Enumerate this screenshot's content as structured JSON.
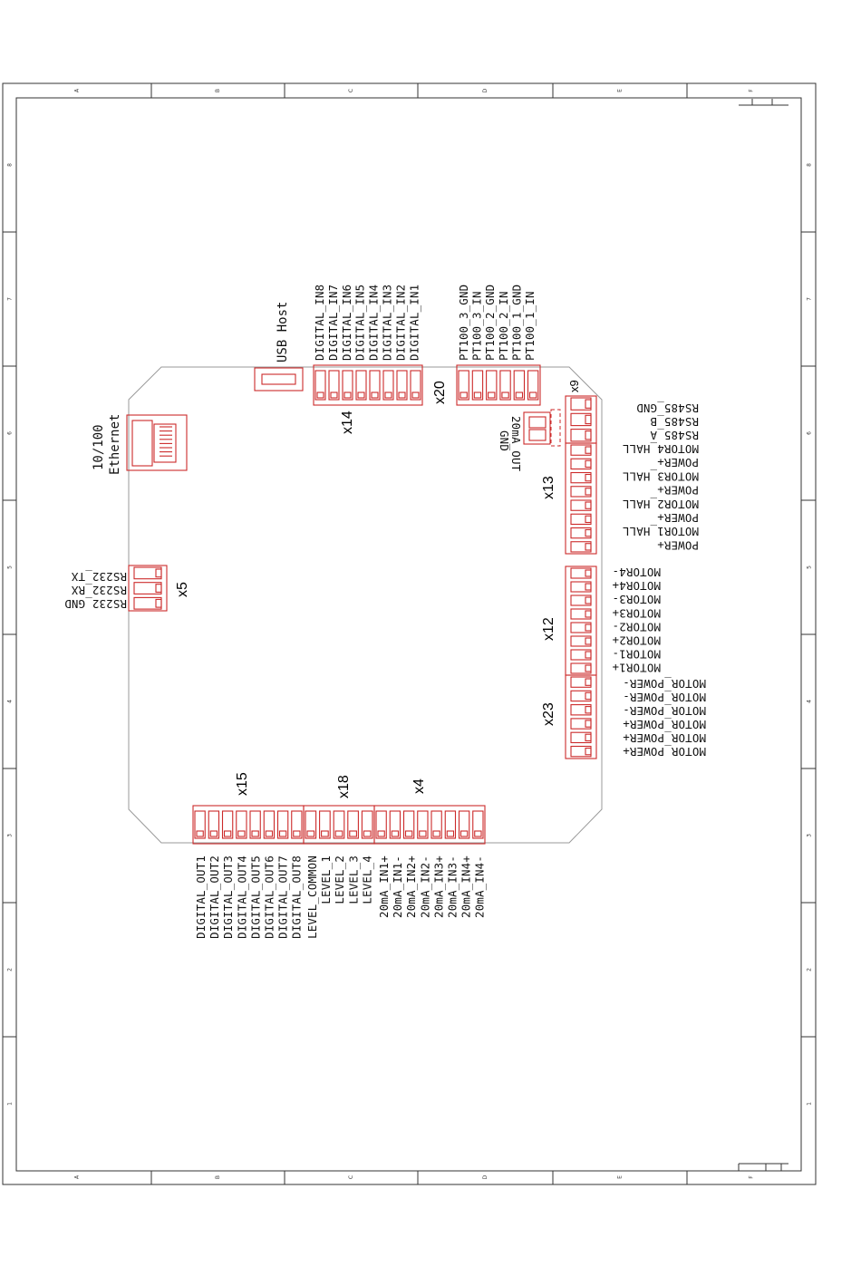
{
  "zones": {
    "columns": [
      "A",
      "B",
      "C",
      "D",
      "E",
      "F"
    ],
    "rows": [
      "8",
      "7",
      "6",
      "5",
      "4",
      "3",
      "2",
      "1"
    ]
  },
  "ports": {
    "ethernet": [
      "10/100",
      "Ethernet"
    ],
    "usb": "USB Host",
    "rs232": [
      "RS232_TX",
      "RS232_RX",
      "RS232_GND"
    ],
    "ma20_out": [
      "20mA_OUT",
      "GND"
    ]
  },
  "connectors": {
    "x14": {
      "name": "x14",
      "pins": [
        "DIGITAL_IN8",
        "DIGITAL_IN7",
        "DIGITAL_IN6",
        "DIGITAL_IN5",
        "DIGITAL_IN4",
        "DIGITAL_IN3",
        "DIGITAL_IN2",
        "DIGITAL_IN1"
      ]
    },
    "x20": {
      "name": "x20",
      "pins": [
        "PT100_3_GND",
        "PT100_3_IN",
        "PT100_2_GND",
        "PT100_2_IN",
        "PT100_1_GND",
        "PT100_1_IN"
      ]
    },
    "x9": {
      "name": "x9",
      "pins": [
        "RS485_GND",
        "RS485_B",
        "RS485_A"
      ]
    },
    "x13": {
      "name": "x13",
      "pins": [
        "MOTOR4_HALL",
        "POWER+",
        "MOTOR3_HALL",
        "POWER+",
        "MOTOR2_HALL",
        "POWER+",
        "MOTOR1_HALL",
        "POWER+"
      ]
    },
    "x12": {
      "name": "x12",
      "pins": [
        "MOTOR4-",
        "MOTOR4+",
        "MOTOR3-",
        "MOTOR3+",
        "MOTOR2-",
        "MOTOR2+",
        "MOTOR1-",
        "MOTOR1+"
      ]
    },
    "x23": {
      "name": "x23",
      "pins": [
        "MOTOR_POWER-",
        "MOTOR_POWER-",
        "MOTOR_POWER-",
        "MOTOR_POWER+",
        "MOTOR_POWER+",
        "MOTOR_POWER+"
      ]
    },
    "x5": {
      "name": "x5"
    },
    "x15": {
      "name": "x15",
      "pins": [
        "DIGITAL_OUT1",
        "DIGITAL_OUT2",
        "DIGITAL_OUT3",
        "DIGITAL_OUT4",
        "DIGITAL_OUT5",
        "DIGITAL_OUT6",
        "DIGITAL_OUT7",
        "DIGITAL_OUT8"
      ]
    },
    "x18": {
      "name": "x18",
      "pins": [
        "LEVEL_COMMON",
        "LEVEL_1",
        "LEVEL_2",
        "LEVEL_3",
        "LEVEL_4"
      ]
    },
    "x4": {
      "name": "x4",
      "pins": [
        "20mA_IN1+",
        "20mA_IN1-",
        "20mA_IN2+",
        "20mA_IN2-",
        "20mA_IN3+",
        "20mA_IN3-",
        "20mA_IN4+",
        "20mA_IN4-"
      ]
    }
  }
}
